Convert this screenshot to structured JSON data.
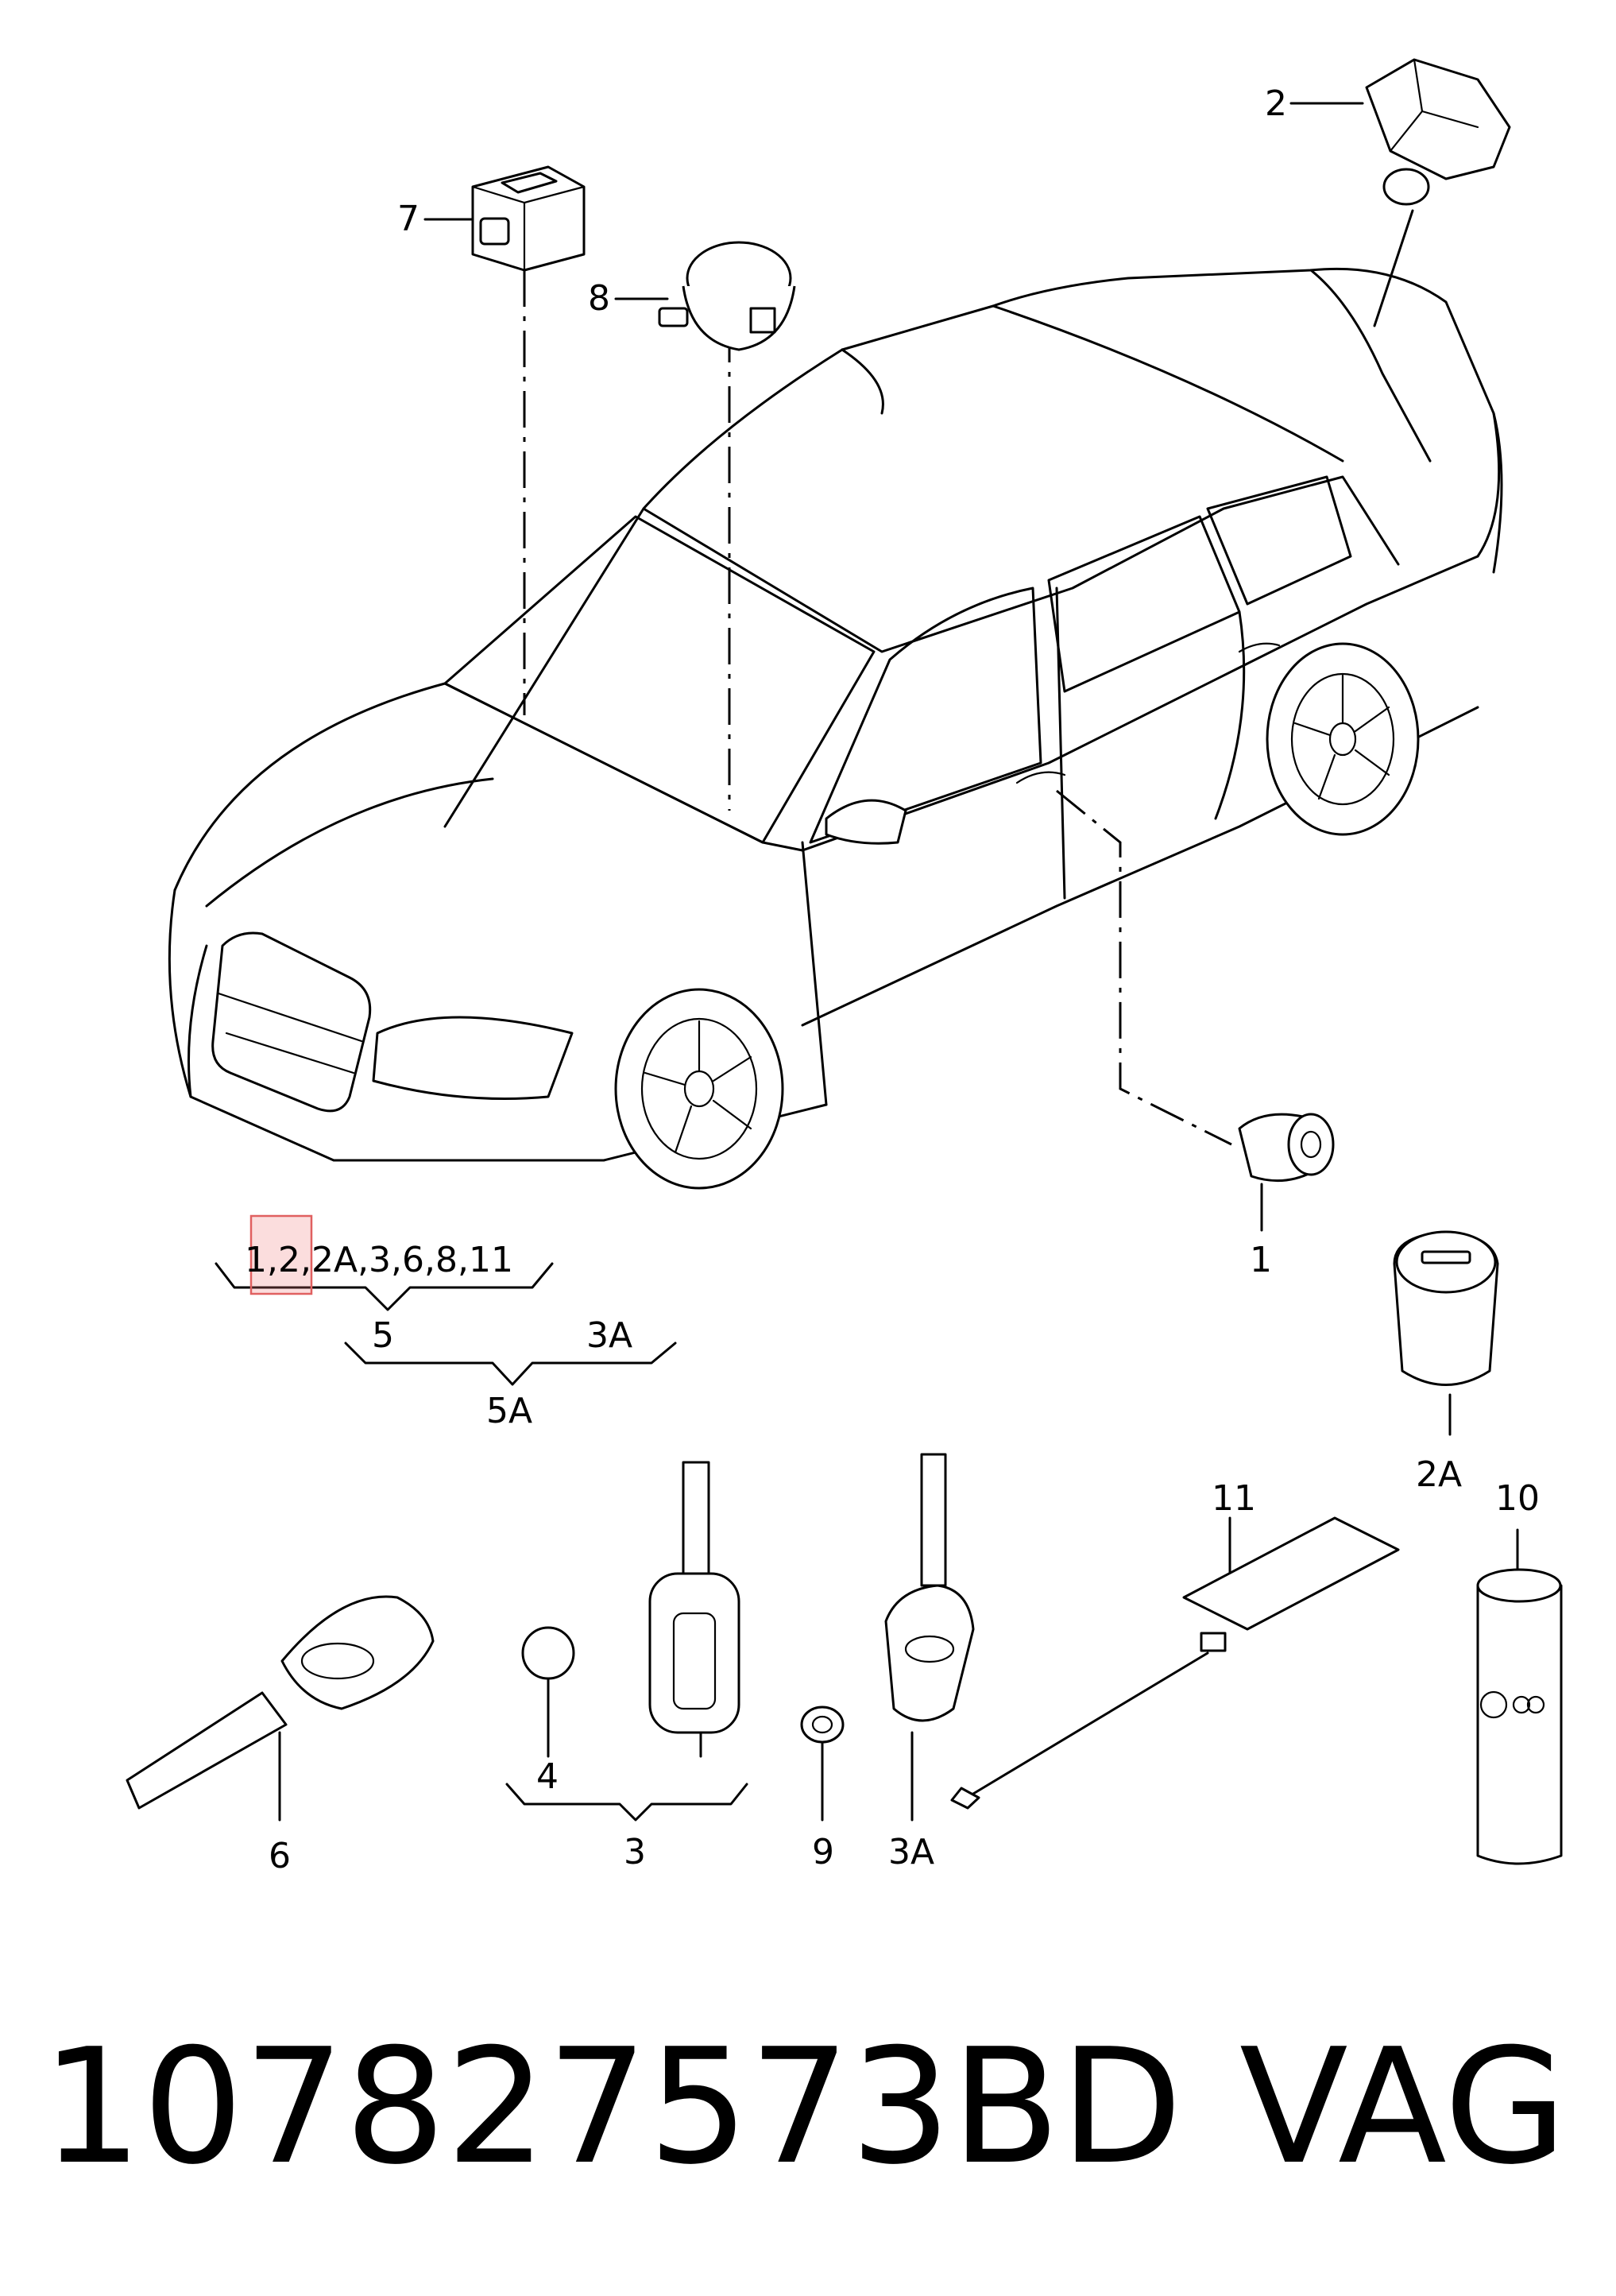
{
  "callouts": {
    "c1": "1",
    "c2": "2",
    "c2a": "2A",
    "c3": "3",
    "c3a": "3A",
    "c4": "4",
    "c6": "6",
    "c7": "7",
    "c8": "8",
    "c9": "9",
    "c10": "10",
    "c11": "11"
  },
  "groups": {
    "row1_highlight": "1,2,",
    "row1_rest": "2A,3,6,8,11",
    "set5": "5",
    "set3a": "3A",
    "set5a": "5A"
  },
  "footer": {
    "part_number": "107827573BD",
    "brand": "VAG"
  },
  "colors": {
    "line": "#000000",
    "highlight": "#e06060"
  }
}
